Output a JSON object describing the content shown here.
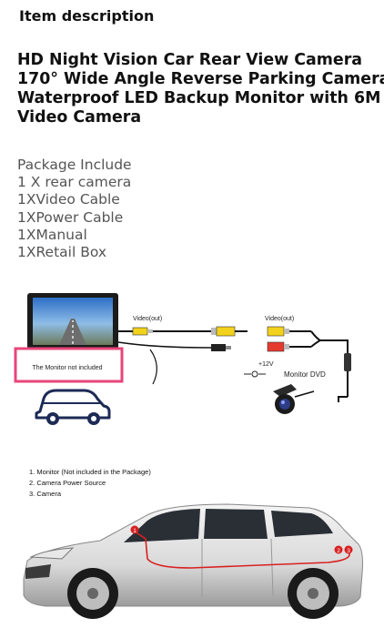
{
  "section_label": "Item description",
  "title_lines": [
    "HD Night Vision Car Rear View Camera",
    "170° Wide Angle Reverse Parking Camera",
    "Waterproof  LED Backup Monitor with 6M",
    "Video Camera"
  ],
  "package": {
    "heading": "Package Include",
    "items": [
      "1 X rear camera",
      "1XVideo Cable",
      "1XPower Cable",
      "1XManual",
      "1XRetail Box"
    ]
  },
  "wiring_diagram": {
    "video_out_left": "Video(out)",
    "video_out_right": "Video(out)",
    "monitor_note": "The  Monitor not included",
    "voltage": "+12V",
    "monitor_dvd": "Monitor DVD"
  },
  "install_diagram": {
    "legend": [
      "1.  Monitor   (Not included in the Package)",
      "2.  Camera Power Source",
      "3.  Camera"
    ],
    "markers": [
      "1",
      "2",
      "3"
    ]
  },
  "colors": {
    "highlight_box": "#e8457a",
    "route_line": "#d92020",
    "connector_yellow": "#f2d21b",
    "connector_red": "#e53a2f"
  }
}
